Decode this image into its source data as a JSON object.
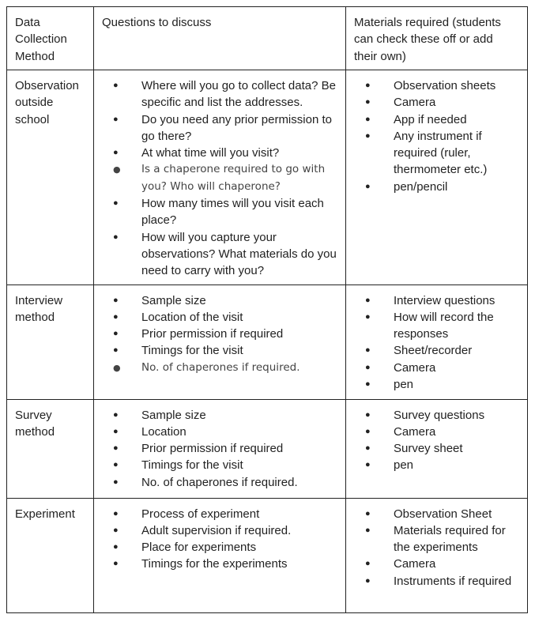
{
  "headers": [
    "Data Collection Method",
    "Questions to discuss",
    "Materials required (students can check these off or add their own)"
  ],
  "rows": [
    {
      "method": "Observation outside school",
      "questions": [
        "Where will you go to collect data? Be specific and list the addresses.",
        "Do you need any prior permission to go there?",
        "At what time will you visit?",
        "Is a chaperone required to go with you? Who will chaperone?",
        "How many times will you visit each place?",
        "How will you capture your observations? What materials do you need to carry with you?"
      ],
      "materials": [
        "Observation sheets",
        "Camera",
        "App if needed",
        "Any instrument if required (ruler, thermometer etc.)",
        "pen/pencil"
      ]
    },
    {
      "method": "Interview method",
      "questions": [
        "Sample size",
        "Location of the visit",
        "Prior permission if required",
        "Timings for the visit",
        "No. of chaperones if required."
      ],
      "materials": [
        "Interview questions",
        "How will record the responses",
        "Sheet/recorder",
        "Camera",
        "pen"
      ]
    },
    {
      "method": "Survey method",
      "questions": [
        "Sample size",
        "Location",
        "Prior permission if required",
        "Timings for the visit",
        "No. of chaperones if required."
      ],
      "materials": [
        "Survey questions",
        "Camera",
        "Survey sheet",
        "pen"
      ]
    },
    {
      "method": "Experiment",
      "questions": [
        "Process of experiment",
        "Adult supervision if required.",
        "Place for experiments",
        "Timings for the experiments"
      ],
      "materials": [
        "Observation Sheet",
        "Materials required for the experiments",
        "Camera",
        "Instruments if required"
      ]
    }
  ]
}
